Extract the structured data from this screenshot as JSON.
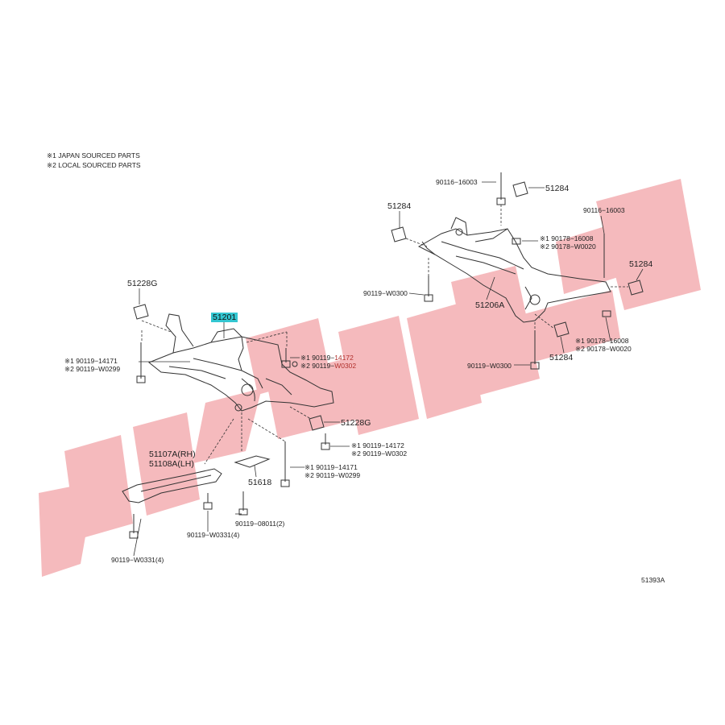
{
  "legend": [
    "※1  JAPAN SOURCED PARTS",
    "※2  LOCAL SOURCED PARTS"
  ],
  "figure_id": "51393A",
  "watermark": {
    "text": "تهران قطعه",
    "color": "#f4b3b6"
  },
  "front": {
    "p51228G_top": "51228G",
    "p51201": "51201",
    "bolt_left_1": "※1 90119−14171",
    "bolt_left_2": "※2 90119−W0299",
    "bolt_right_1_prefix": "※1 90119−",
    "bolt_right_1_suffix": "14172",
    "bolt_right_2_prefix": "※2 90119−",
    "bolt_right_2_suffix": "W0302",
    "p51228G_right": "51228G",
    "bolt_low_1": "※1 90119−14172",
    "bolt_low_2": "※2 90119−W0302",
    "bolt_low2_1": "※1 90119−14171",
    "bolt_low2_2": "※2 90119−W0299",
    "p51107A": "51107A(RH)",
    "p51108A": "51108A(LH)",
    "p51618": "51618",
    "bolt_08011": "90119−08011(2)",
    "bolt_w0331_mid": "90119−W0331(4)",
    "bolt_w0331_left": "90119−W0331(4)"
  },
  "rear": {
    "bolt_16003_top": "90116−16003",
    "p51284_top": "51284",
    "p51284_left": "51284",
    "bolt_16003_right": "90116−16003",
    "nut_right_1": "※1 90178−16008",
    "nut_right_2": "※2 90178−W0020",
    "p51284_right": "51284",
    "bolt_w0300_left": "90119−W0300",
    "p51206A": "51206A",
    "nut_low_1": "※1 90178−16008",
    "nut_low_2": "※2 90178−W0020",
    "p51284_low": "51284",
    "bolt_w0300_low": "90119−W0300"
  }
}
